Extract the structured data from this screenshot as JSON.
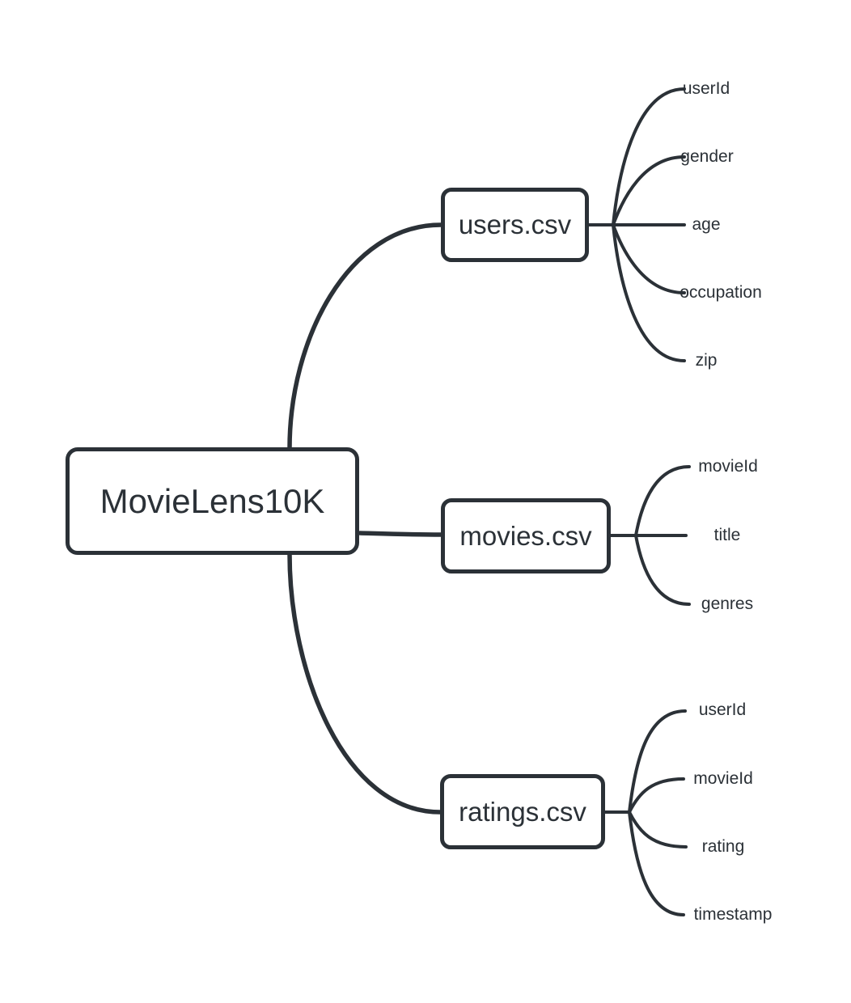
{
  "mindmap": {
    "root_label": "MovieLens10K",
    "branches": [
      {
        "label": "users.csv",
        "fields": [
          "userId",
          "gender",
          "age",
          "occupation",
          "zip"
        ]
      },
      {
        "label": "movies.csv",
        "fields": [
          "movieId",
          "title",
          "genres"
        ]
      },
      {
        "label": "ratings.csv",
        "fields": [
          "userId",
          "movieId",
          "rating",
          "timestamp"
        ]
      }
    ],
    "colors": {
      "ink": "#2b3137",
      "background": "#ffffff"
    }
  }
}
